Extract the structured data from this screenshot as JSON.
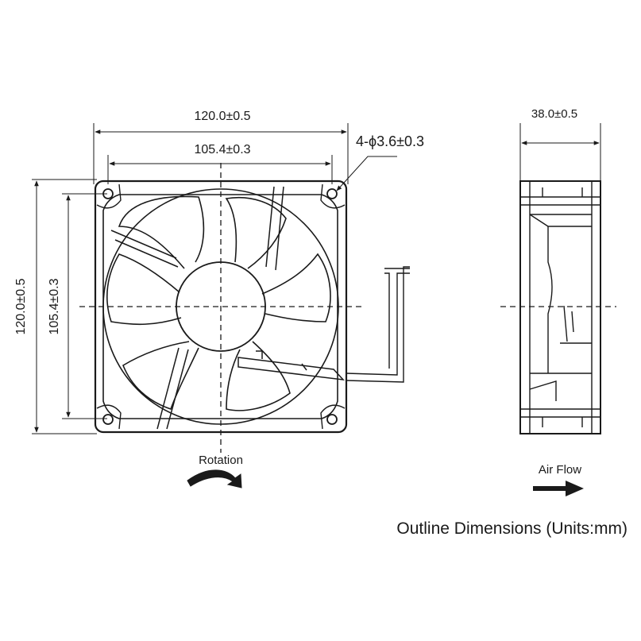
{
  "front_view": {
    "width_outer": "120.0±0.5",
    "width_holes": "105.4±0.3",
    "height_outer": "120.0±0.5",
    "height_holes": "105.4±0.3",
    "hole_spec": "4-ϕ3.6±0.3"
  },
  "side_view": {
    "depth": "38.0±0.5"
  },
  "labels": {
    "rotation": "Rotation",
    "air_flow": "Air Flow",
    "caption": "Outline Dimensions (Units:mm)"
  },
  "colors": {
    "line": "#1a1a1a",
    "background": "#ffffff"
  },
  "icons": {
    "rotation": "curved-arrow-icon",
    "air_flow": "right-arrow-icon"
  }
}
